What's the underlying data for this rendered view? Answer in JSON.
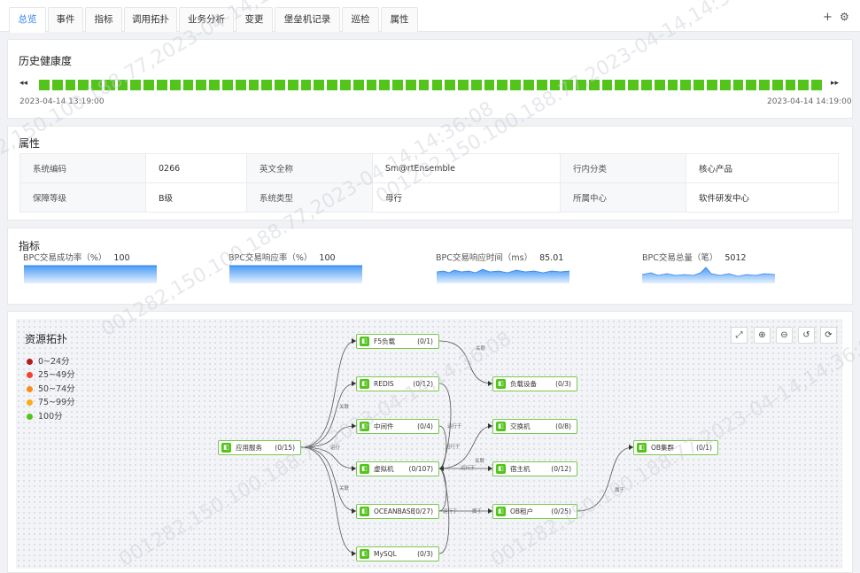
{
  "tabs": [
    {
      "label": "总览",
      "active": true
    },
    {
      "label": "事件",
      "active": false
    },
    {
      "label": "指标",
      "active": false
    },
    {
      "label": "调用拓扑",
      "active": false
    },
    {
      "label": "业务分析",
      "active": false
    },
    {
      "label": "变更",
      "active": false
    },
    {
      "label": "堡垒机记录",
      "active": false
    },
    {
      "label": "巡检",
      "active": false
    },
    {
      "label": "属性",
      "active": false
    }
  ],
  "toolbar": {
    "add_label": "+",
    "settings_label": "⚙"
  },
  "health": {
    "title": "历史健康度",
    "start_time": "2023-04-14 13:19:00",
    "end_time": "2023-04-14 14:19:00",
    "prev_label": "◂◂",
    "next_label": "▸▸",
    "segment_count": 60,
    "segment_color": "#52c41a"
  },
  "attributes": {
    "title": "属性",
    "rows": [
      [
        {
          "key": "系统编码",
          "value": "0266"
        },
        {
          "key": "英文全称",
          "value": "Sm@rtEnsemble"
        },
        {
          "key": "行内分类",
          "value": "核心产品"
        }
      ],
      [
        {
          "key": "保障等级",
          "value": "B级"
        },
        {
          "key": "系统类型",
          "value": "母行"
        },
        {
          "key": "所属中心",
          "value": "软件研发中心"
        }
      ]
    ]
  },
  "metrics": {
    "title": "指标",
    "items": [
      {
        "label": "BPC交易成功率（%）",
        "value": "100"
      },
      {
        "label": "BPC交易响应率（%）",
        "value": "100"
      },
      {
        "label": "BPC交易响应时间（ms）",
        "value": "85.01"
      },
      {
        "label": "BPC交易总量（笔）",
        "value": "5012"
      }
    ]
  },
  "topology": {
    "title": "资源拓扑",
    "legend": [
      {
        "label": "0~24分",
        "color": "#b71c1c"
      },
      {
        "label": "25~49分",
        "color": "#f5412e"
      },
      {
        "label": "50~74分",
        "color": "#fa8c16"
      },
      {
        "label": "75~99分",
        "color": "#faad14"
      },
      {
        "label": "100分",
        "color": "#52c41a"
      }
    ],
    "nodes": {
      "app": {
        "name": "应用服务",
        "count": "(0/15)"
      },
      "f5": {
        "name": "F5负载",
        "count": "(0/1)"
      },
      "redis": {
        "name": "REDIS",
        "count": "(0/12)"
      },
      "middleware": {
        "name": "中间件",
        "count": "(0/4)"
      },
      "vm": {
        "name": "虚拟机",
        "count": "(0/107)"
      },
      "oceanbase": {
        "name": "OCEANBASE",
        "count": "(0/27)"
      },
      "mysql": {
        "name": "MySQL",
        "count": "(0/3)"
      },
      "lb": {
        "name": "负载设备",
        "count": "(0/3)"
      },
      "switch": {
        "name": "交换机",
        "count": "(0/8)"
      },
      "host": {
        "name": "宿主机",
        "count": "(0/12)"
      },
      "tenant": {
        "name": "OB租户",
        "count": "(0/25)"
      },
      "cluster": {
        "name": "OB集群",
        "count": "(0/1)"
      }
    },
    "edge_labels": {
      "assoc": "关联",
      "run": "运行",
      "run_on": "运行于",
      "belong": "属于"
    },
    "controls": [
      "⤢",
      "⊕",
      "⊖",
      "↺",
      "⟳"
    ]
  },
  "watermark": {
    "lines": [
      "001282,150.100.188.77,2023-04-14,14:36:08"
    ]
  }
}
